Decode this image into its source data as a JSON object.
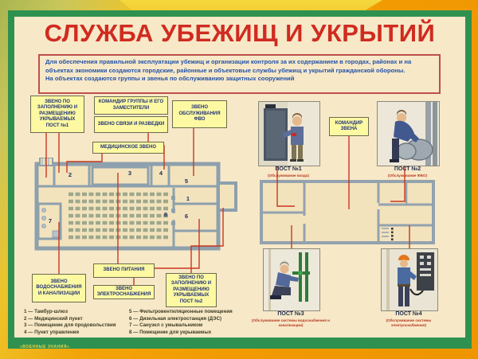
{
  "poster": {
    "title": "СЛУЖБА УБЕЖИЩ И УКРЫТИЙ",
    "intro_p1": "Для обеспечения правильной эксплуатации убежищ и организации контроля за их содержанием в городах, районах и на объектах экономики создаются городские, районные и объектовые службы убежищ и укрытий гражданской обороны.",
    "intro_p2": "На объектах создаются группы и звенья по обслуживанию защитных сооружений",
    "publisher": "«ВОЕННЫЕ ЗНАНИЯ»"
  },
  "org_boxes": {
    "filling_post1": "ЗВЕНО ПО ЗАПОЛНЕНИЮ И РАЗМЕЩЕНИЮ УКРЫВАЕМЫХ ПОСТ №1",
    "commander_group": "КОМАНДИР ГРУППЫ И ЕГО ЗАМЕСТИТЕЛИ",
    "comms_recon": "ЗВЕНО СВЯЗИ И РАЗВЕДКИ",
    "fvo_service": "ЗВЕНО ОБСЛУЖИВАНИЯ ФВО",
    "medical": "МЕДИЦИНСКОЕ ЗВЕНО",
    "food": "ЗВЕНО ПИТАНИЯ",
    "water": "ЗВЕНО ВОДОСНАБЖЕНИЯ И КАНАЛИЗАЦИИ",
    "power": "ЗВЕНО ЭЛЕКТРОСНАБЖЕНИЯ",
    "filling_post2": "ЗВЕНО ПО ЗАПОЛНЕНИЮ И РАЗМЕЩЕНИЮ УКРЫВАЕМЫХ ПОСТ №2",
    "squad_commander": "КОМАНДИР ЗВЕНА"
  },
  "plan": {
    "rooms": [
      "1",
      "2",
      "3",
      "4",
      "5",
      "6",
      "7",
      "8"
    ]
  },
  "legend": {
    "col1": [
      "1 — Тамбур-шлюз",
      "2 — Медицинский пункт",
      "3 — Помещение для продовольствия",
      "4 — Пункт управления"
    ],
    "col2": [
      "5 — Фильтровентиляционные помещения",
      "6 — Дизельная электростанция (ДЭС)",
      "7 — Санузел с умывальником",
      "8 — Помещение для укрываемых"
    ]
  },
  "posts": [
    {
      "name": "ПОСТ №1",
      "caption": "(Обслуживание входа)"
    },
    {
      "name": "ПОСТ №2",
      "caption": "(Обслуживание ФВО)"
    },
    {
      "name": "ПОСТ №3",
      "caption": "(Обслуживание системы водоснабжения и канализации)"
    },
    {
      "name": "ПОСТ №4",
      "caption": "(Обслуживание системы электроснабжения)"
    }
  ],
  "colors": {
    "frame_green": "#2f9150",
    "mat_orange": "#f19a02",
    "poster_cream": "#f7e8c8",
    "title_red": "#d02b20",
    "intro_blue": "#2353a8",
    "label_yellow": "#fcf9a2",
    "callout_red": "#c8381f"
  }
}
